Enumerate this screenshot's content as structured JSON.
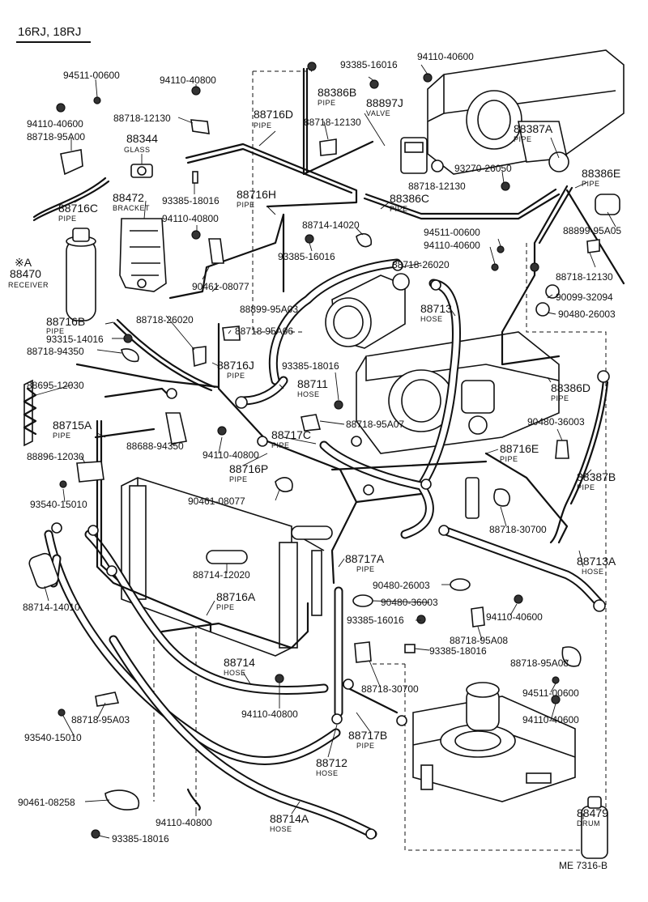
{
  "header": {
    "models": "16RJ, 18RJ"
  },
  "footer": {
    "code": "ME  7316-B"
  },
  "parts": {
    "p94511_00600_a": "94511-00600",
    "p94110_40600_a": "94110-40600",
    "p88718_95A00": "88718-95A00",
    "p94110_40800_a": "94110-40800",
    "p88718_12130_a": "88718-12130",
    "p88344": "88344",
    "p88344_sub": "GLASS",
    "p88716D": "88716D",
    "p88716D_sub": "PIPE",
    "p93385_16016_a": "93385-16016",
    "p94110_40600_b": "94110-40600",
    "p88386B": "88386B",
    "p88386B_sub": "PIPE",
    "p88897J": "88897J",
    "p88897J_sub": "VALVE",
    "p88718_12130_b": "88718-12130",
    "p88387A": "88387A",
    "p88387A_sub": "PIPE",
    "p88386E": "88386E",
    "p88386E_sub": "PIPE",
    "p93270_26050": "93270-26050",
    "p88718_12130_c": "88718-12130",
    "p88386C": "88386C",
    "p88386C_sub": "PIPE",
    "p88716C": "88716C",
    "p88716C_sub": "PIPE",
    "p88472": "88472",
    "p88472_sub": "BRACKET",
    "p93385_18016_a": "93385-18016",
    "p88716H": "88716H",
    "p88716H_sub": "PIPE",
    "p94110_40800_b": "94110-40800",
    "p88714_14020": "88714-14020",
    "p94511_00600_b": "94511-00600",
    "p94110_40600_c": "94110-40600",
    "p88899_95A05": "88899-95A05",
    "p93385_16016_b": "93385-16016",
    "p88718_12130_d": "88718-12130",
    "p88470_mark": "※A",
    "p88470": "88470",
    "p88470_sub": "RECEIVER",
    "p88718_26020_a": "88718-26020",
    "p90099_32094": "90099-32094",
    "p90461_08077_a": "90461-08077",
    "p88899_95A03": "88899-95A03",
    "p88713": "88713",
    "p88713_sub": "HOSE",
    "p90480_26003_a": "90480-26003",
    "p88716B": "88716B",
    "p88716B_sub": "PIPE",
    "p88718_26020_b": "88718-26020",
    "p93315_14016": "93315-14016",
    "p88718_95A06": "88718-95A06",
    "p88718_94350": "88718-94350",
    "p88716J": "88716J",
    "p88716J_sub": "PIPE",
    "p93385_18016_b": "93385-18016",
    "p88386D": "88386D",
    "p88386D_sub": "PIPE",
    "p88695_12030": "88695-12030",
    "p88711": "88711",
    "p88711_sub": "HOSE",
    "p88715A": "88715A",
    "p88715A_sub": "PIPE",
    "p88718_95A07": "88718-95A07",
    "p90480_36003_a": "90480-36003",
    "p88717C": "88717C",
    "p88717C_sub": "PIPE",
    "p88716E": "88716E",
    "p88716E_sub": "PIPE",
    "p88896_12030": "88896-12030",
    "p88688_94350": "88688-94350",
    "p94110_40800_c": "94110-40800",
    "p88716P": "88716P",
    "p88716P_sub": "PIPE",
    "p88387B": "88387B",
    "p88387B_sub": "PIPE",
    "p93540_15010_a": "93540-15010",
    "p90461_08077_b": "90461-08077",
    "p88718_30700_a": "88718-30700",
    "p88717A": "88717A",
    "p88717A_sub": "PIPE",
    "p88713A": "88713A",
    "p88713A_sub": "HOSE",
    "p88714_12020": "88714-12020",
    "p88714_14010": "88714-14010",
    "p88716A": "88716A",
    "p88716A_sub": "PIPE",
    "p90480_26003_b": "90480-26003",
    "p90480_36003_b": "90480-36003",
    "p93385_16016_c": "93385-16016",
    "p94110_40600_d": "94110-40600",
    "p88718_95A08_a": "88718-95A08",
    "p93385_18016_c": "93385-18016",
    "p88718_95A08_b": "88718-95A08",
    "p88714": "88714",
    "p88714_sub": "HOSE",
    "p94511_00600_c": "94511-00600",
    "p88718_30700_b": "88718-30700",
    "p94110_40600_e": "94110-40600",
    "p94110_40800_d": "94110-40800",
    "p88718_95A03": "88718-95A03",
    "p88717B": "88717B",
    "p88717B_sub": "PIPE",
    "p93540_15010_b": "93540-15010",
    "p88712": "88712",
    "p88712_sub": "HOSE",
    "p90461_08258": "90461-08258",
    "p94110_40800_e": "94110-40800",
    "p88714A": "88714A",
    "p88714A_sub": "HOSE",
    "p88479": "88479",
    "p88479_sub": "DRUM",
    "p93385_18016_d": "93385-18016"
  }
}
